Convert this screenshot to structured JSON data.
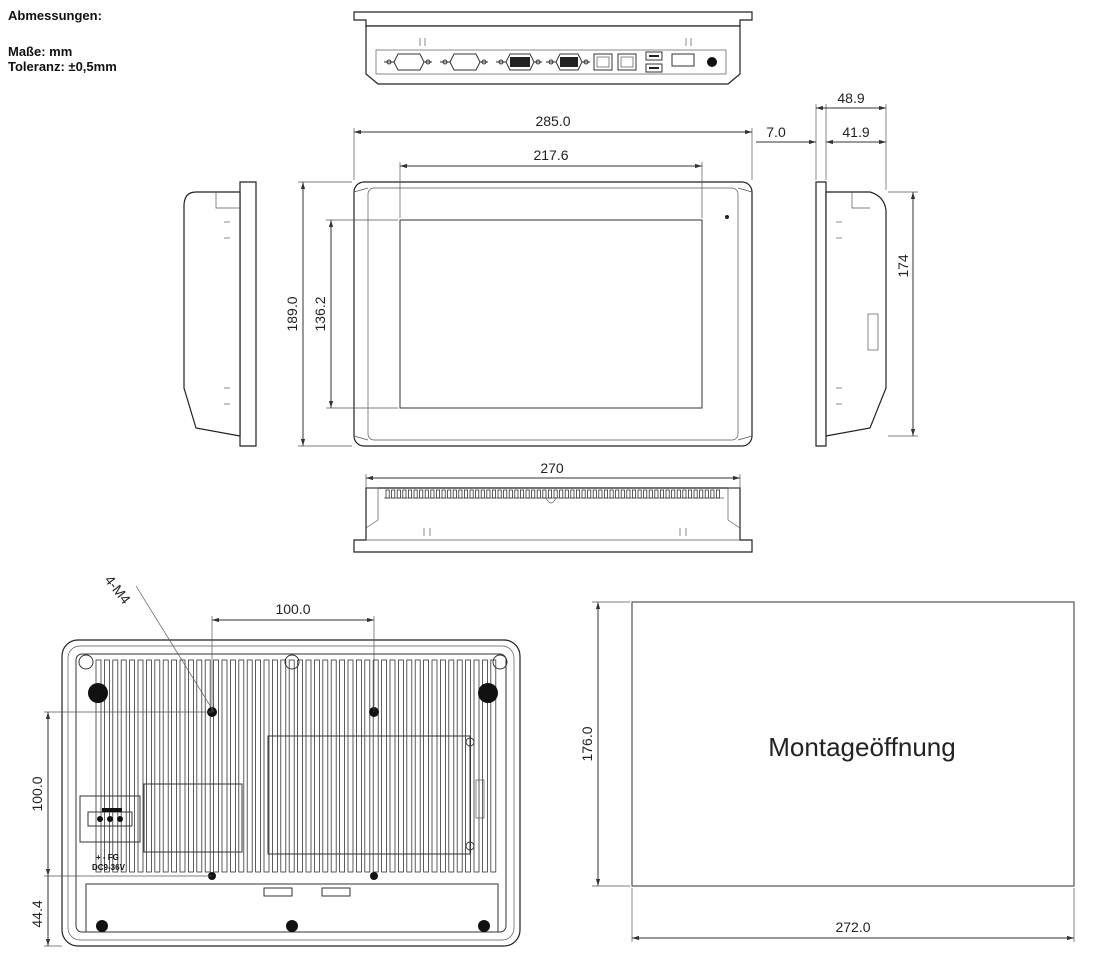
{
  "header": {
    "title": "Abmessungen:",
    "unit_line": "Maße: mm",
    "tolerance_line": "Toleranz:  ±0,5mm"
  },
  "dimensions": {
    "front_width": "285.0",
    "screen_width": "217.6",
    "front_height": "189.0",
    "screen_height": "136.2",
    "bezel_depth": "7.0",
    "total_depth": "48.9",
    "body_depth": "41.9",
    "side_height": "174",
    "bottom_width": "270",
    "hole_spacing_h": "100.0",
    "hole_spacing_v": "100.0",
    "hole_offset_bottom": "44.4",
    "cutout_height": "176.0",
    "cutout_width": "272.0"
  },
  "labels": {
    "screw": "4-M4",
    "cutout": "Montageöffnung",
    "power_polarity": "+  -  FG",
    "power_voltage": "DC9-36V"
  }
}
